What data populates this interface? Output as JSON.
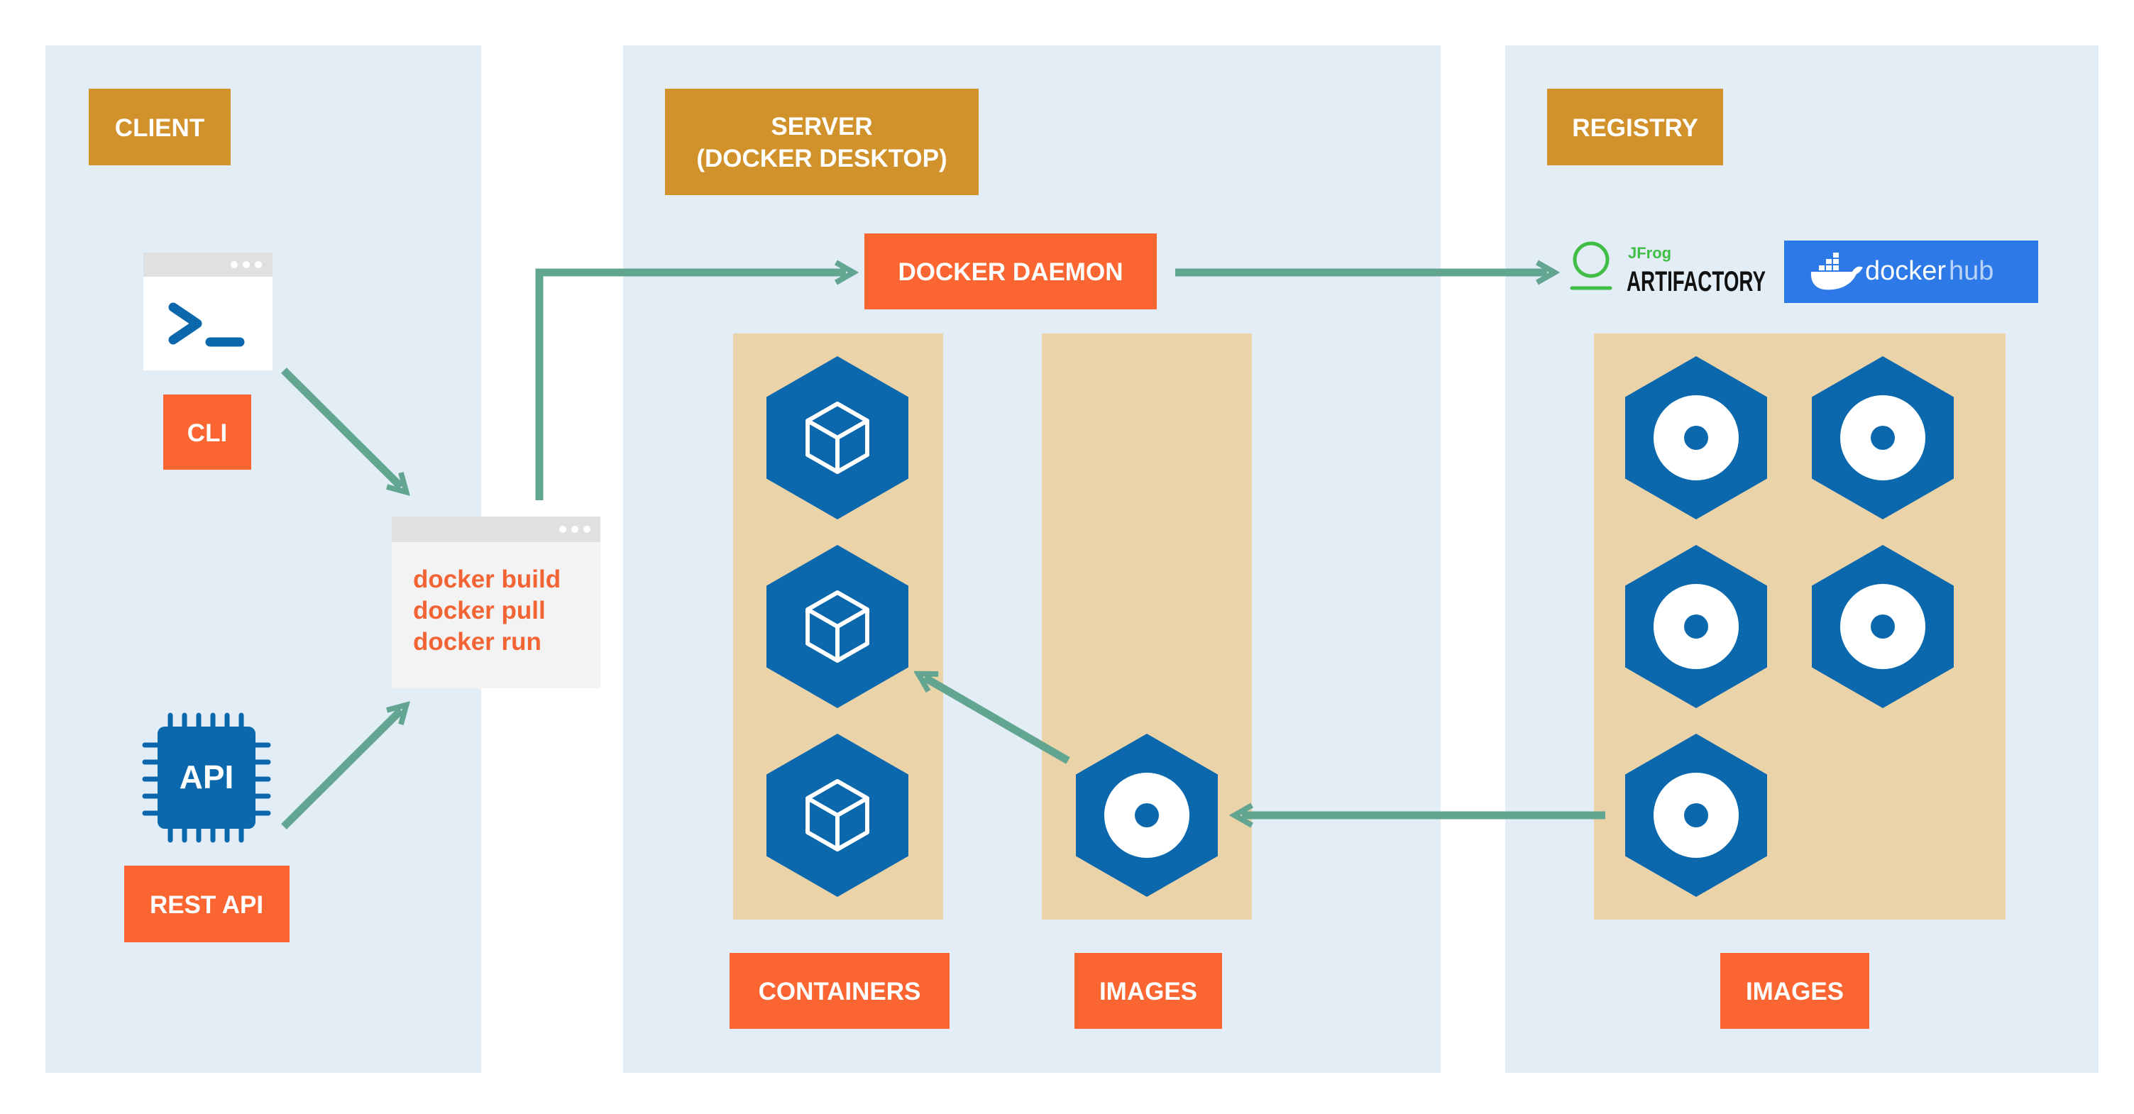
{
  "colors": {
    "panel": "#e2edf5",
    "tag": "#d1922b",
    "accent": "#fb6532",
    "store": "#ebd3a9",
    "hex": "#0c68ad",
    "arrow": "#62a692",
    "window": "#f3f3f3",
    "window_bar": "#e0e0e0",
    "hub": "#2d79e8"
  },
  "client": {
    "title": "CLIENT",
    "cli_label": "CLI",
    "api_chip": "API",
    "rest_label": "REST API",
    "commands": [
      "docker build",
      "docker pull",
      "docker run"
    ],
    "icons": [
      "terminal-icon",
      "chip-icon"
    ]
  },
  "server": {
    "title_line1": "SERVER",
    "title_line2": "(DOCKER DESKTOP)",
    "daemon": "DOCKER DAEMON",
    "containers_label": "CONTAINERS",
    "images_label": "IMAGES",
    "container_count": 3,
    "image_count": 1
  },
  "registry": {
    "title": "REGISTRY",
    "jfrog_small": "JFrog",
    "jfrog_big": "ARTIFACTORY",
    "hub_word1": "docker",
    "hub_word2": "hub",
    "images_label": "IMAGES",
    "image_count": 5
  }
}
